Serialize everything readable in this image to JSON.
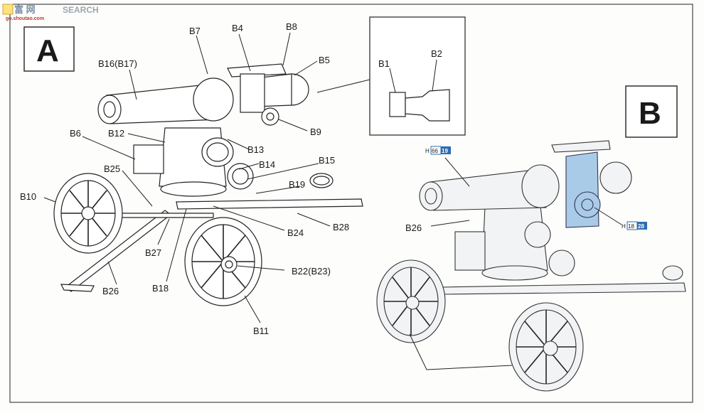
{
  "watermark": {
    "logo_text": "富 网",
    "search_text": "SEARCH",
    "url": "go.shoutao.com"
  },
  "steps": {
    "a": "A",
    "b": "B"
  },
  "callouts": {
    "b1": "B1",
    "b2": "B2",
    "b4": "B4",
    "b5": "B5",
    "b6": "B6",
    "b7": "B7",
    "b8": "B8",
    "b9": "B9",
    "b10": "B10",
    "b11": "B11",
    "b12": "B12",
    "b13": "B13",
    "b14": "B14",
    "b15": "B15",
    "b16": "B16(B17)",
    "b18": "B18",
    "b19": "B19",
    "b22": "B22(B23)",
    "b24": "B24",
    "b25": "B25",
    "b26a": "B26",
    "b26b": "B26",
    "b27": "B27",
    "b28": "B28"
  },
  "paint_refs": {
    "ref1": {
      "prefix": "H",
      "code": "66",
      "num": "19"
    },
    "ref2": {
      "prefix": "H",
      "code": "18",
      "num": "28"
    }
  },
  "colors": {
    "highlight": "#a9cbe8",
    "ref_badge": "#2b6cb0"
  }
}
